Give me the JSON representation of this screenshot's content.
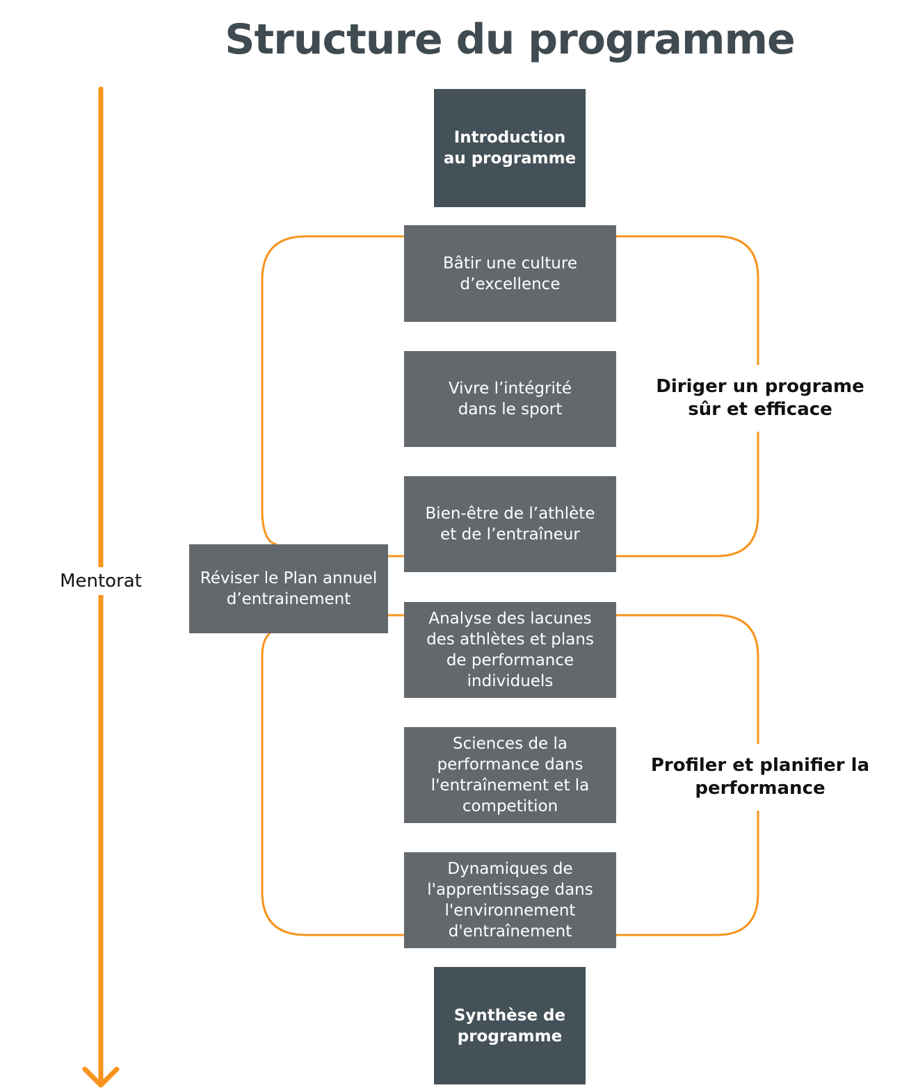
{
  "title": "Structure du programme",
  "colors": {
    "accent": "#f7941d",
    "dark_box": "#455158",
    "mid_box": "#63686d",
    "title": "#3f4a51"
  },
  "timeline": {
    "label": "Mentorat"
  },
  "start": "Introduction\nau programme",
  "end": "Synthèse de\nprogramme",
  "side_module": "Réviser le Plan annuel\nd’entrainement",
  "groups": [
    {
      "label": "Diriger un programe\nsûr et efficace",
      "modules": [
        "Bâtir une culture\nd’excellence",
        "Vivre l’intégrité\ndans le sport",
        "Bien-être de l’athlète\net de l’entraîneur"
      ]
    },
    {
      "label": "Profiler et planifier la\nperformance",
      "modules": [
        "Analyse des lacunes\ndes athlètes et plans\nde performance\nindividuels",
        "Sciences de la\nperformance dans\nl'entraînement et la\ncompetition",
        "Dynamiques de\nl'apprentissage dans\nl'environnement\nd'entraînement"
      ]
    }
  ]
}
